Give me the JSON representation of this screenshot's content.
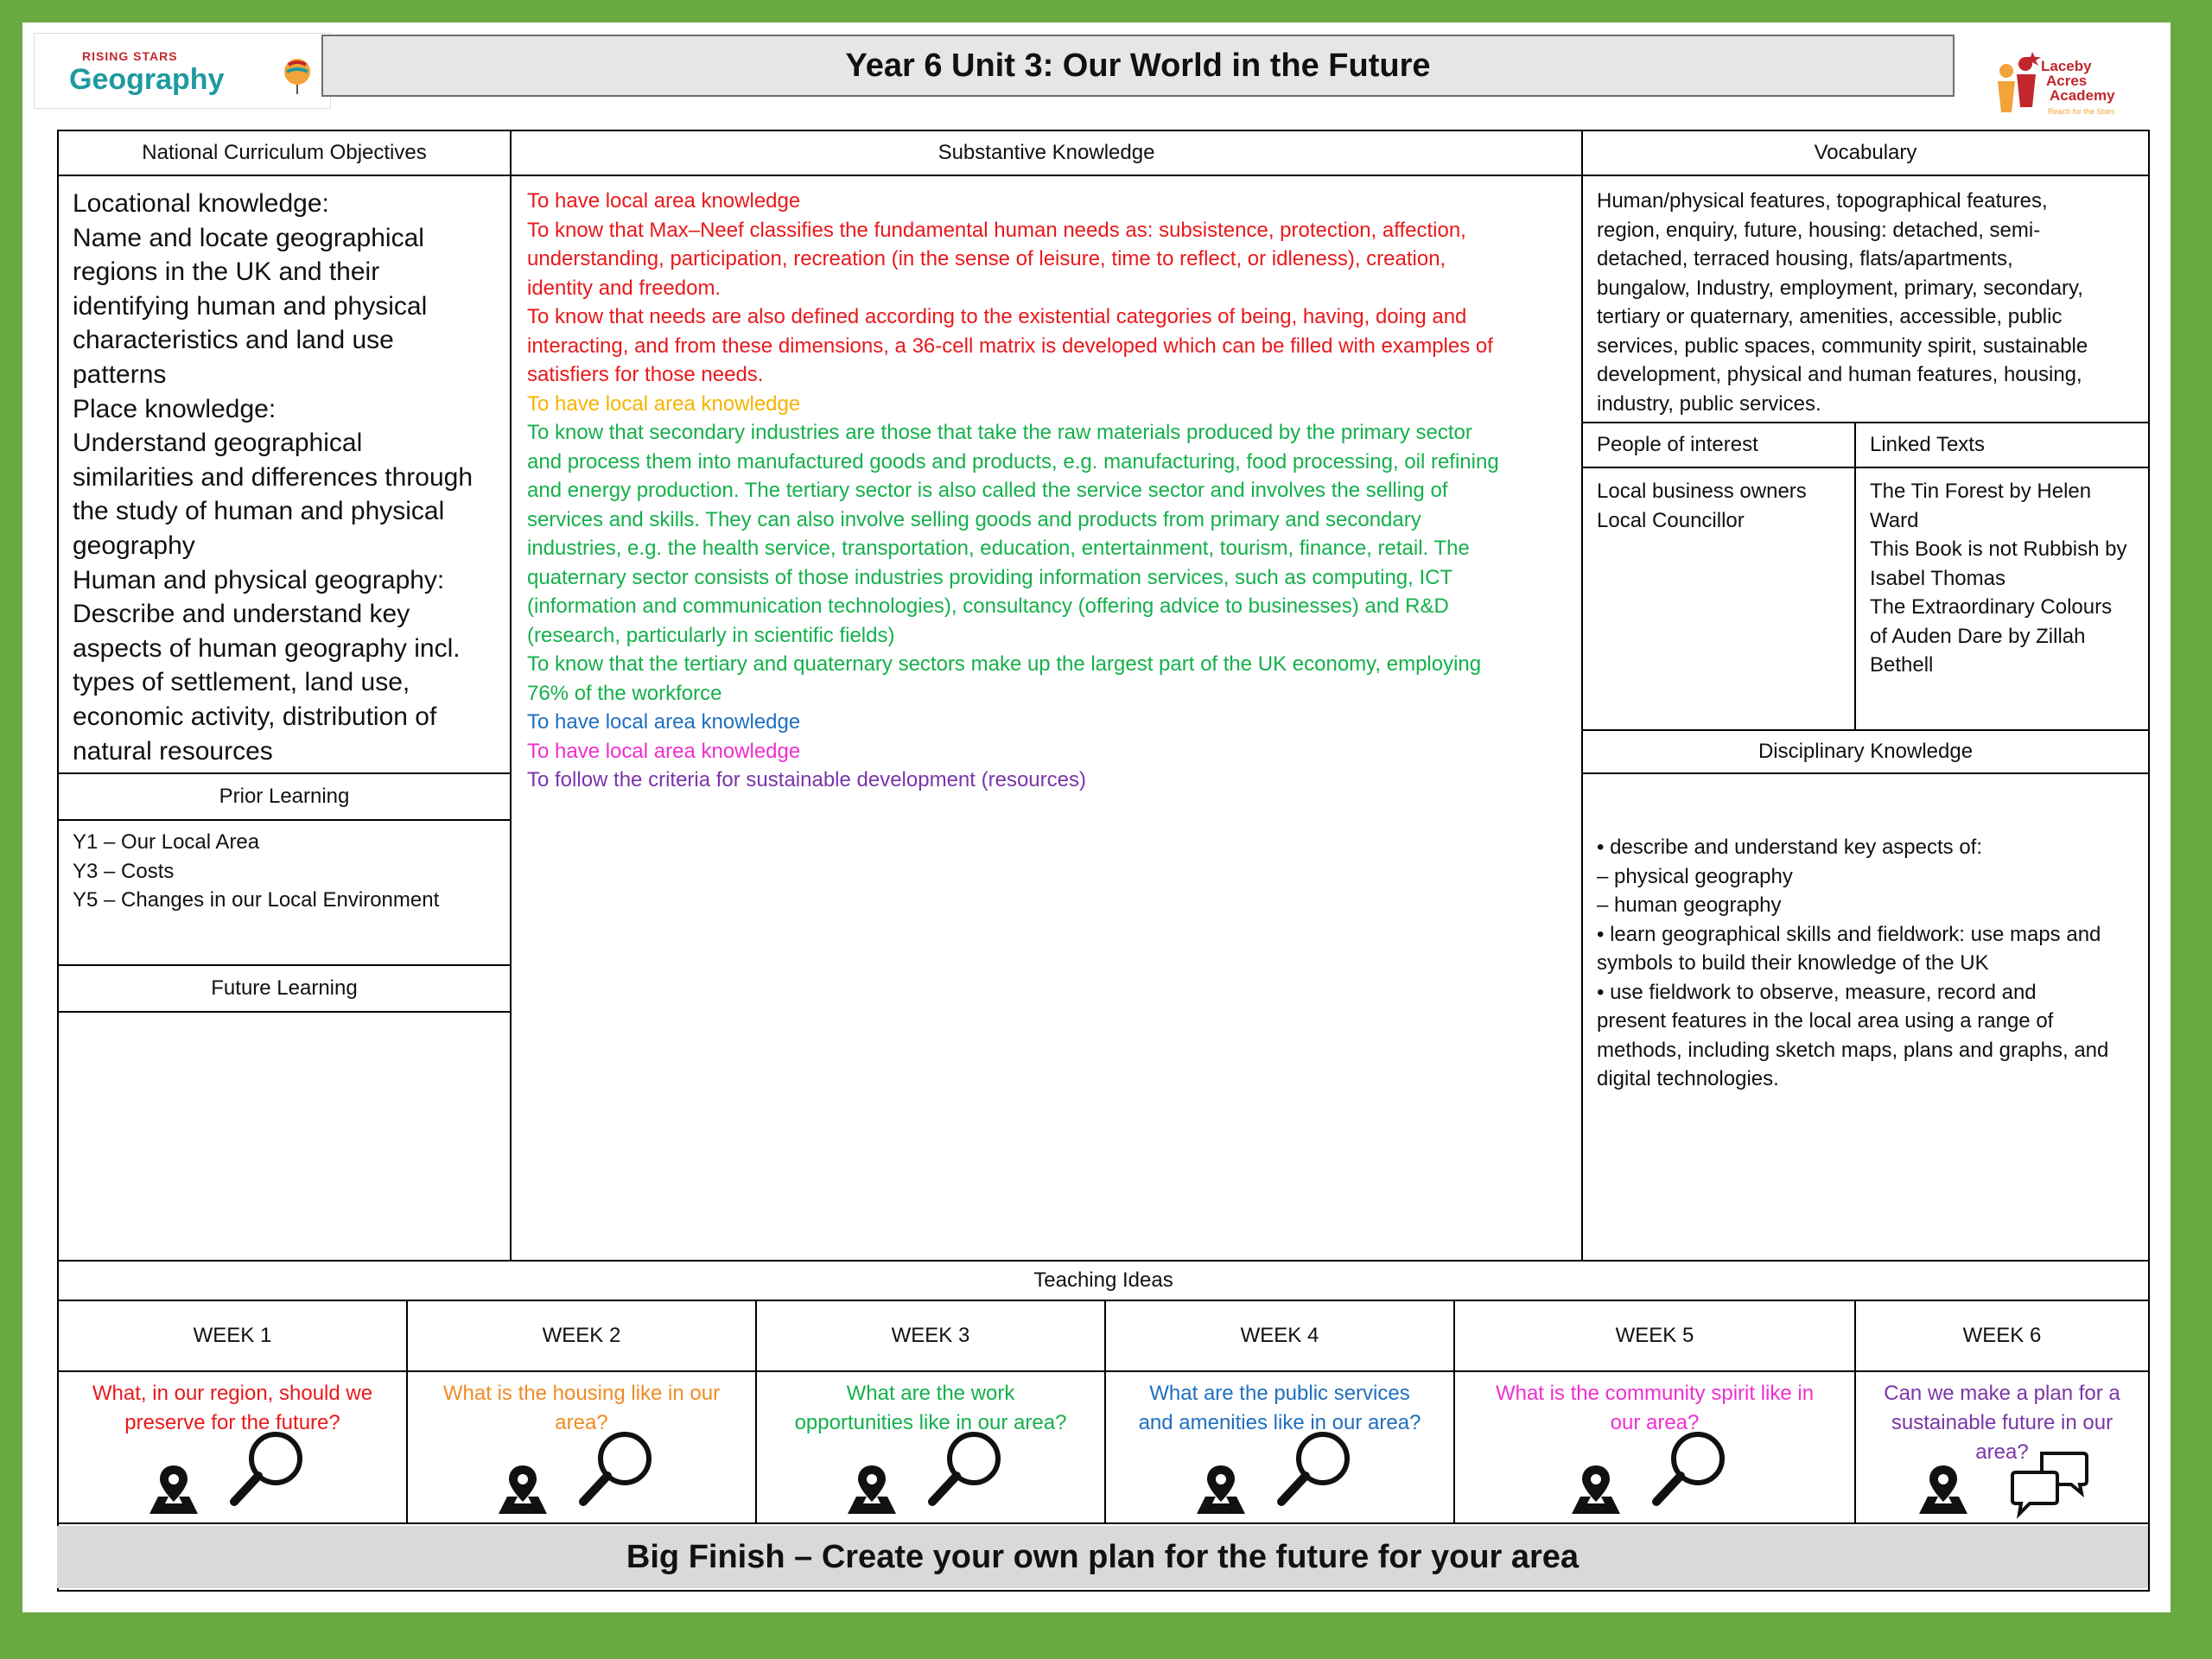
{
  "header": {
    "logo_brand_top": "RISING STARS",
    "logo_brand": "Geography",
    "title": "Year 6 Unit 3: Our World in the Future",
    "school_line1": "Laceby",
    "school_line2": "Acres",
    "school_line3": "Academy",
    "school_tagline": "Reach for the Stars"
  },
  "columns": {
    "nc_header": "National Curriculum Objectives",
    "sk_header": "Substantive Knowledge",
    "vocab_header": "Vocabulary"
  },
  "nc_objectives": [
    "Locational knowledge:",
    "Name and locate geographical",
    "regions in the UK and their",
    "identifying human and physical",
    "characteristics and land use",
    "patterns",
    "Place knowledge:",
    "Understand geographical",
    "similarities and differences through",
    "the study of human and physical",
    "geography",
    "Human and physical geography:",
    "Describe and understand key",
    "aspects of human geography incl.",
    "types of settlement, land use,",
    "economic activity, distribution of",
    "natural resources"
  ],
  "prior_learning": {
    "header": "Prior Learning",
    "items": [
      "Y1 – Our Local Area",
      "Y3 – Costs",
      "Y5 – Changes in our Local Environment"
    ]
  },
  "future_learning": {
    "header": "Future Learning"
  },
  "substantive_knowledge": [
    {
      "text": "To have local area knowledge",
      "color": "#e8191b"
    },
    {
      "text": "To know that Max–Neef classifies the fundamental human needs as: subsistence, protection, affection,",
      "color": "#e8191b"
    },
    {
      "text": "understanding, participation, recreation (in the sense of leisure, time to reflect, or idleness), creation,",
      "color": "#e8191b"
    },
    {
      "text": "identity and freedom.",
      "color": "#e8191b"
    },
    {
      "text": "To know that needs are also defined according to the existential categories of being, having, doing and",
      "color": "#e8191b"
    },
    {
      "text": "interacting, and from these dimensions, a 36-cell matrix is developed which can be filled with examples of",
      "color": "#e8191b"
    },
    {
      "text": "satisfiers for those needs.",
      "color": "#e8191b"
    },
    {
      "text": "To have local area knowledge",
      "color": "#f5b400"
    },
    {
      "text": "To know  that secondary industries are those that take the raw materials produced by the primary sector",
      "color": "#14b04a"
    },
    {
      "text": "and process them into manufactured goods and products, e.g. manufacturing, food processing, oil refining",
      "color": "#14b04a"
    },
    {
      "text": "and energy production. The tertiary sector is also called the service sector and involves the selling of",
      "color": "#14b04a"
    },
    {
      "text": "services and skills. They can also involve selling goods and products from primary and secondary",
      "color": "#14b04a"
    },
    {
      "text": "industries, e.g. the health service, transportation, education, entertainment, tourism, finance, retail. The",
      "color": "#14b04a"
    },
    {
      "text": "quaternary sector consists of those industries providing information services, such as computing, ICT",
      "color": "#14b04a"
    },
    {
      "text": "(information and communication technologies), consultancy (offering advice to businesses) and R&D",
      "color": "#14b04a"
    },
    {
      "text": "(research, particularly in scientific fields)",
      "color": "#14b04a"
    },
    {
      "text": "To know that the tertiary and quaternary sectors make up the largest part of the UK economy, employing",
      "color": "#14b04a"
    },
    {
      "text": "76% of the workforce",
      "color": "#14b04a"
    },
    {
      "text": "To have local area knowledge",
      "color": "#1f6fc0"
    },
    {
      "text": "To have local area knowledge",
      "color": "#ee2fd0"
    },
    {
      "text": "To follow the criteria for sustainable development (resources)",
      "color": "#7a35a8"
    }
  ],
  "vocabulary": [
    "Human/physical features, topographical features,",
    "region, enquiry, future, housing: detached, semi-",
    "detached, terraced housing, flats/apartments,",
    "bungalow, Industry, employment, primary, secondary,",
    "tertiary or quaternary, amenities, accessible, public",
    "services, public spaces, community spirit, sustainable",
    "development, physical and human features, housing,",
    "industry, public services."
  ],
  "people": {
    "header": "People of interest",
    "items": [
      "Local business owners",
      "Local Councillor"
    ]
  },
  "linked_texts": {
    "header": "Linked Texts",
    "items": [
      "The Tin Forest by Helen",
      "Ward",
      "This Book is not Rubbish by",
      "Isabel Thomas",
      "The Extraordinary Colours",
      "of Auden Dare by Zillah",
      "Bethell"
    ]
  },
  "disciplinary": {
    "header": "Disciplinary Knowledge",
    "items": [
      " • describe and understand key aspects of:",
      "– physical geography",
      "– human geography",
      "• learn geographical skills and fieldwork: use maps and",
      "symbols to build their knowledge of the UK",
      "• use fieldwork to observe, measure, record and",
      "present features in the local area using a range of",
      "methods, including sketch maps, plans and graphs, and",
      "digital technologies."
    ]
  },
  "teaching": {
    "header": "Teaching Ideas",
    "weeks": [
      {
        "label": "WEEK 1",
        "q1": "What, in our region, should we",
        "q2": "preserve for the future?",
        "color": "#e8191b"
      },
      {
        "label": "WEEK 2",
        "q1": "What is the housing like in our",
        "q2": "area?",
        "color": "#f08a24"
      },
      {
        "label": "WEEK 3",
        "q1": "What are the work",
        "q2": "opportunities like in our area?",
        "color": "#14b04a"
      },
      {
        "label": "WEEK 4",
        "q1": "What are the public services",
        "q2": "and amenities like in our area?",
        "color": "#1f6fc0"
      },
      {
        "label": "WEEK 5",
        "q1": "What is the community spirit like in",
        "q2": "our area?",
        "color": "#ee2fd0"
      },
      {
        "label": "WEEK 6",
        "q1": "Can we make a plan for a",
        "q2": "sustainable future in our",
        "q3": "area?",
        "color": "#7a35a8"
      }
    ]
  },
  "big_finish": "Big Finish – Create your own plan for the future for your area"
}
